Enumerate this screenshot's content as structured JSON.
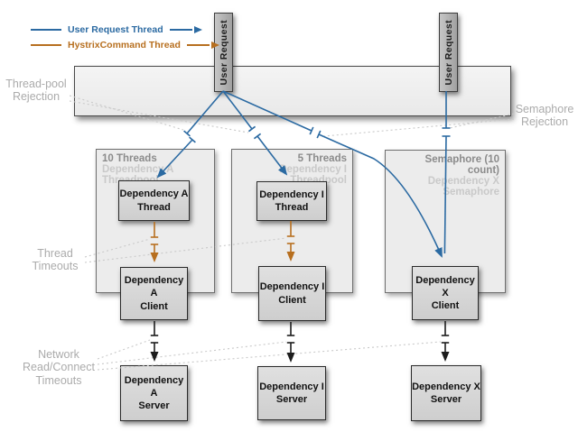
{
  "legend": {
    "items": [
      {
        "label": "User Request Thread",
        "color": "#2b6aa2"
      },
      {
        "label": "HystrixCommand Thread",
        "color": "#b76f1f"
      }
    ]
  },
  "user_requests": {
    "first": "User Request",
    "second": "User Request"
  },
  "pools": [
    {
      "title": "10 Threads",
      "subtitle": "Dependency A Threadpool"
    },
    {
      "title": "5 Threads",
      "subtitle": "Dependency I Threadpool"
    },
    {
      "title": "Semaphore (10 count)",
      "subtitle": "Dependency X Semaphore"
    }
  ],
  "boxes": {
    "thread_a": "Dependency A\nThread",
    "thread_i": "Dependency I\nThread",
    "client_a": "Dependency A\nClient",
    "client_i": "Dependency I\nClient",
    "client_x": "Dependency X\nClient",
    "server_a": "Dependency A\nServer",
    "server_i": "Dependency I\nServer",
    "server_x": "Dependency X\nServer"
  },
  "annotations": {
    "thread_pool_rejection": "Thread-pool\nRejection",
    "semaphore_rejection": "Semaphore\nRejection",
    "thread_timeouts": "Thread\nTimeouts",
    "network_timeouts": "Network\nRead/Connect\nTimeouts"
  },
  "colors": {
    "user_request_thread": "#2b6aa2",
    "hystrix_command_thread": "#b76f1f",
    "network_arrow": "#1d1d1d",
    "annotation_gray": "#ababab",
    "dotted_gray": "#c9c9c9"
  }
}
